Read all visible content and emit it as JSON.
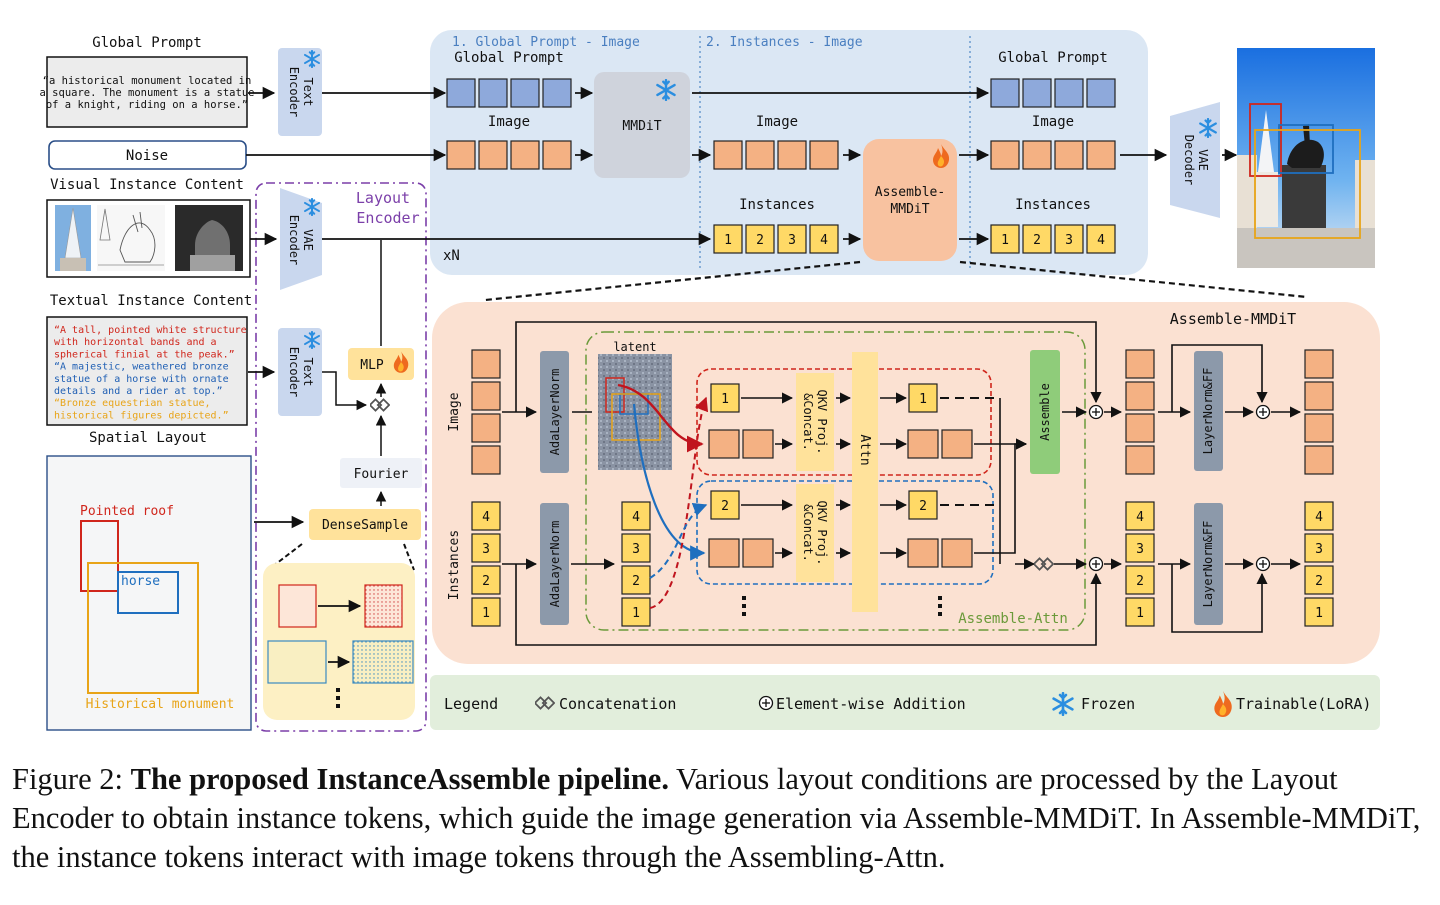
{
  "labels": {
    "global_prompt_title": "Global Prompt",
    "global_prompt_text": [
      "“a historical monument located in",
      "a square. The monument is a statue",
      "of a knight, riding on a horse.”"
    ],
    "text_encoder": [
      "Text",
      "Encoder"
    ],
    "vae_encoder": [
      "VAE",
      "Encoder"
    ],
    "vae_decoder": [
      "VAE",
      "Decoder"
    ],
    "noise": "Noise",
    "visual_instance_content": "Visual Instance Content",
    "textual_instance_content": "Textual Instance Content",
    "textual_lines": [
      {
        "text": "“A tall, pointed white structure",
        "color": "#d0261c"
      },
      {
        "text": "with horizontal bands and a",
        "color": "#d0261c"
      },
      {
        "text": "spherical finial at the peak.”",
        "color": "#d0261c"
      },
      {
        "text": "“A majestic, weathered bronze",
        "color": "#1f5fb4"
      },
      {
        "text": "statue of a horse with ornate",
        "color": "#1f5fb4"
      },
      {
        "text": "details and a rider at top.”",
        "color": "#1f5fb4"
      },
      {
        "text": "“Bronze equestrian statue,",
        "color": "#e8a418"
      },
      {
        "text": "historical figures depicted.”",
        "color": "#e8a418"
      }
    ],
    "spatial_layout": "Spatial Layout",
    "pointed_roof": "Pointed roof",
    "horse": "horse",
    "historical_monument": "Historical monument",
    "layout_encoder": [
      "Layout",
      "Encoder"
    ],
    "mlp": "MLP",
    "fourier": "Fourier",
    "dense_sample": "DenseSample",
    "stage1": "1. Global Prompt - Image",
    "stage2": "2. Instances - Image",
    "global_prompt_row": "Global Prompt",
    "image_row": "Image",
    "instances_row": "Instances",
    "mmdit": "MMDiT",
    "assemble_mmdit_block": [
      "Assemble-",
      "MMDiT"
    ],
    "xn": "xN",
    "assemble_mmdit_title": "Assemble-MMDiT",
    "side_image": "Image",
    "side_instances": "Instances",
    "ada_layer_norm": "AdaLayerNorm",
    "latent": "latent",
    "qkv": [
      "QKV Proj.",
      "&Concat."
    ],
    "attn": "Attn",
    "assemble": "Assemble",
    "assemble_attn": "Assemble-Attn",
    "layernorm_ff": "LayerNorm&FF",
    "instance_nums": [
      "1",
      "2",
      "3",
      "4"
    ],
    "token_1": "1",
    "token_2": "2"
  },
  "legend": {
    "title": "Legend",
    "concat": "Concatenation",
    "add": "Element-wise Addition",
    "frozen": "Frozen",
    "trainable": "Trainable(LoRA)"
  },
  "colors": {
    "stage_bg": "#dbe7f4",
    "assemble_bg": "#fbe1d2",
    "legend_bg": "#e2eedc",
    "prompt_token": "#8ea9db",
    "image_token": "#f4b183",
    "instance_token": "#ffd966",
    "encoder": "#c9d7ee",
    "mlp_fire": "#ee6a1f",
    "frozen_snow": "#2b8ee0",
    "red": "#d0261c",
    "blue": "#1f6fbf",
    "yellow": "#e8a418",
    "purple": "#7b3fa9",
    "green_dash": "#6b9a3a",
    "assemble_green": "#8fcc7a",
    "adaln_gray": "#8c99aa"
  },
  "caption": {
    "label": "Figure 2:",
    "bold": "The proposed InstanceAssemble pipeline.",
    "text": "Various layout conditions are processed by the Layout Encoder to obtain instance tokens, which guide the image generation via Assemble-MMDiT. In Assemble-MMDiT, the instance tokens interact with image tokens through the Assembling-Attn."
  }
}
